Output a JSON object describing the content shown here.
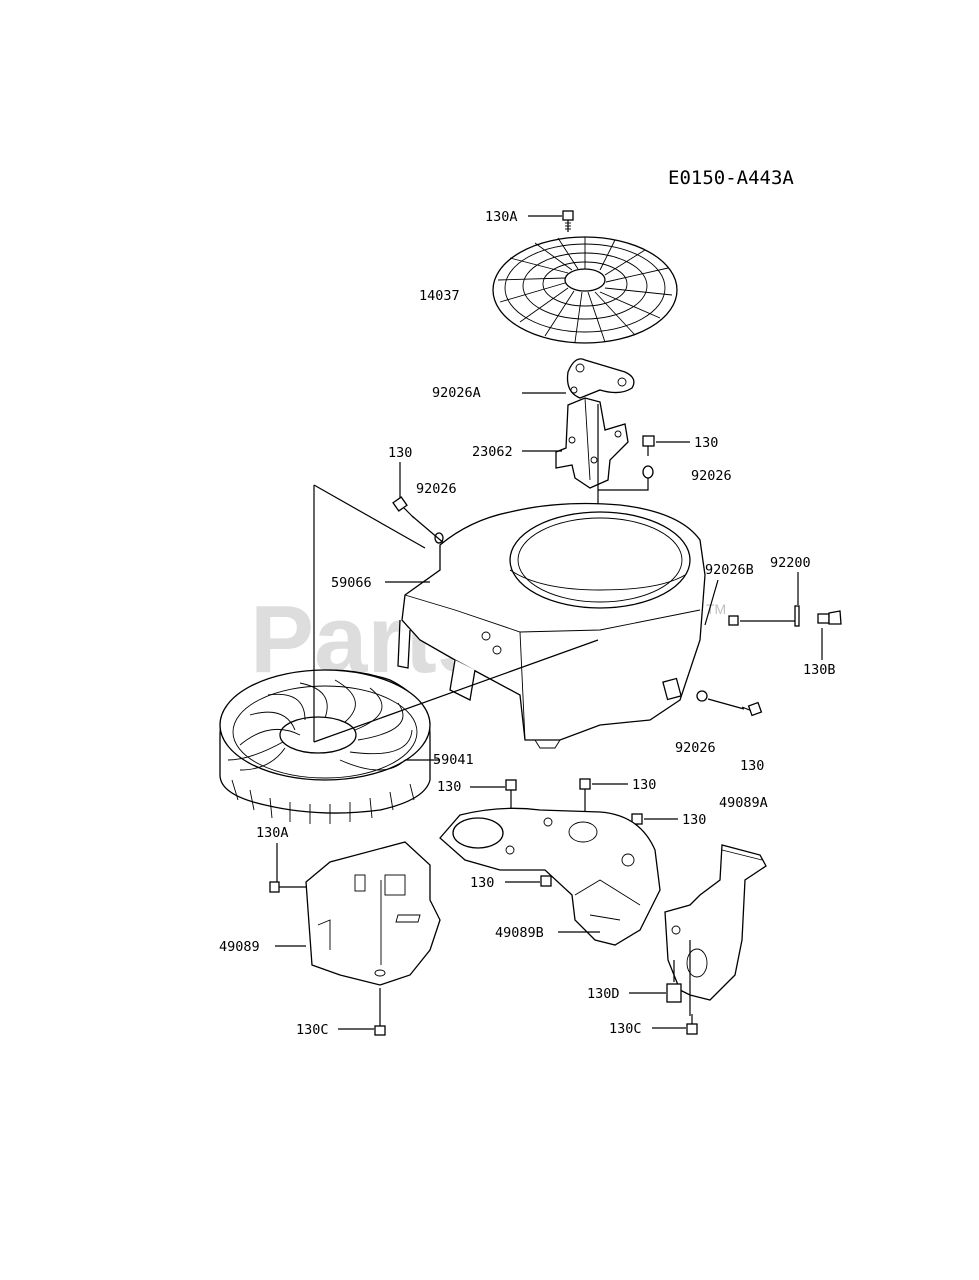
{
  "diagram": {
    "code": "E0150-A443A",
    "watermark": "PartsTree",
    "watermark_mark": "TM",
    "labels": {
      "screw_top": "130A",
      "fan_screen": "14037",
      "bracket_plate": "92026A",
      "bracket": "23062",
      "bolt_right": "130",
      "spacer_right": "92026",
      "bolt_left": "130",
      "spacer_left": "92026",
      "housing": "59066",
      "collar_b": "92026B",
      "pin": "92200",
      "bolt_b": "130B",
      "fan": "59041",
      "spacer_lower": "92026",
      "bolt_lower": "130",
      "bolt_mid1": "130",
      "bolt_mid2": "130",
      "bolt_mid3": "130",
      "cover_a": "49089A",
      "screw_left": "130A",
      "bolt_mid4": "130",
      "cover_left": "49089",
      "cover_b": "49089B",
      "bolt_d": "130D",
      "bolt_c_left": "130C",
      "bolt_c_right": "130C"
    }
  }
}
